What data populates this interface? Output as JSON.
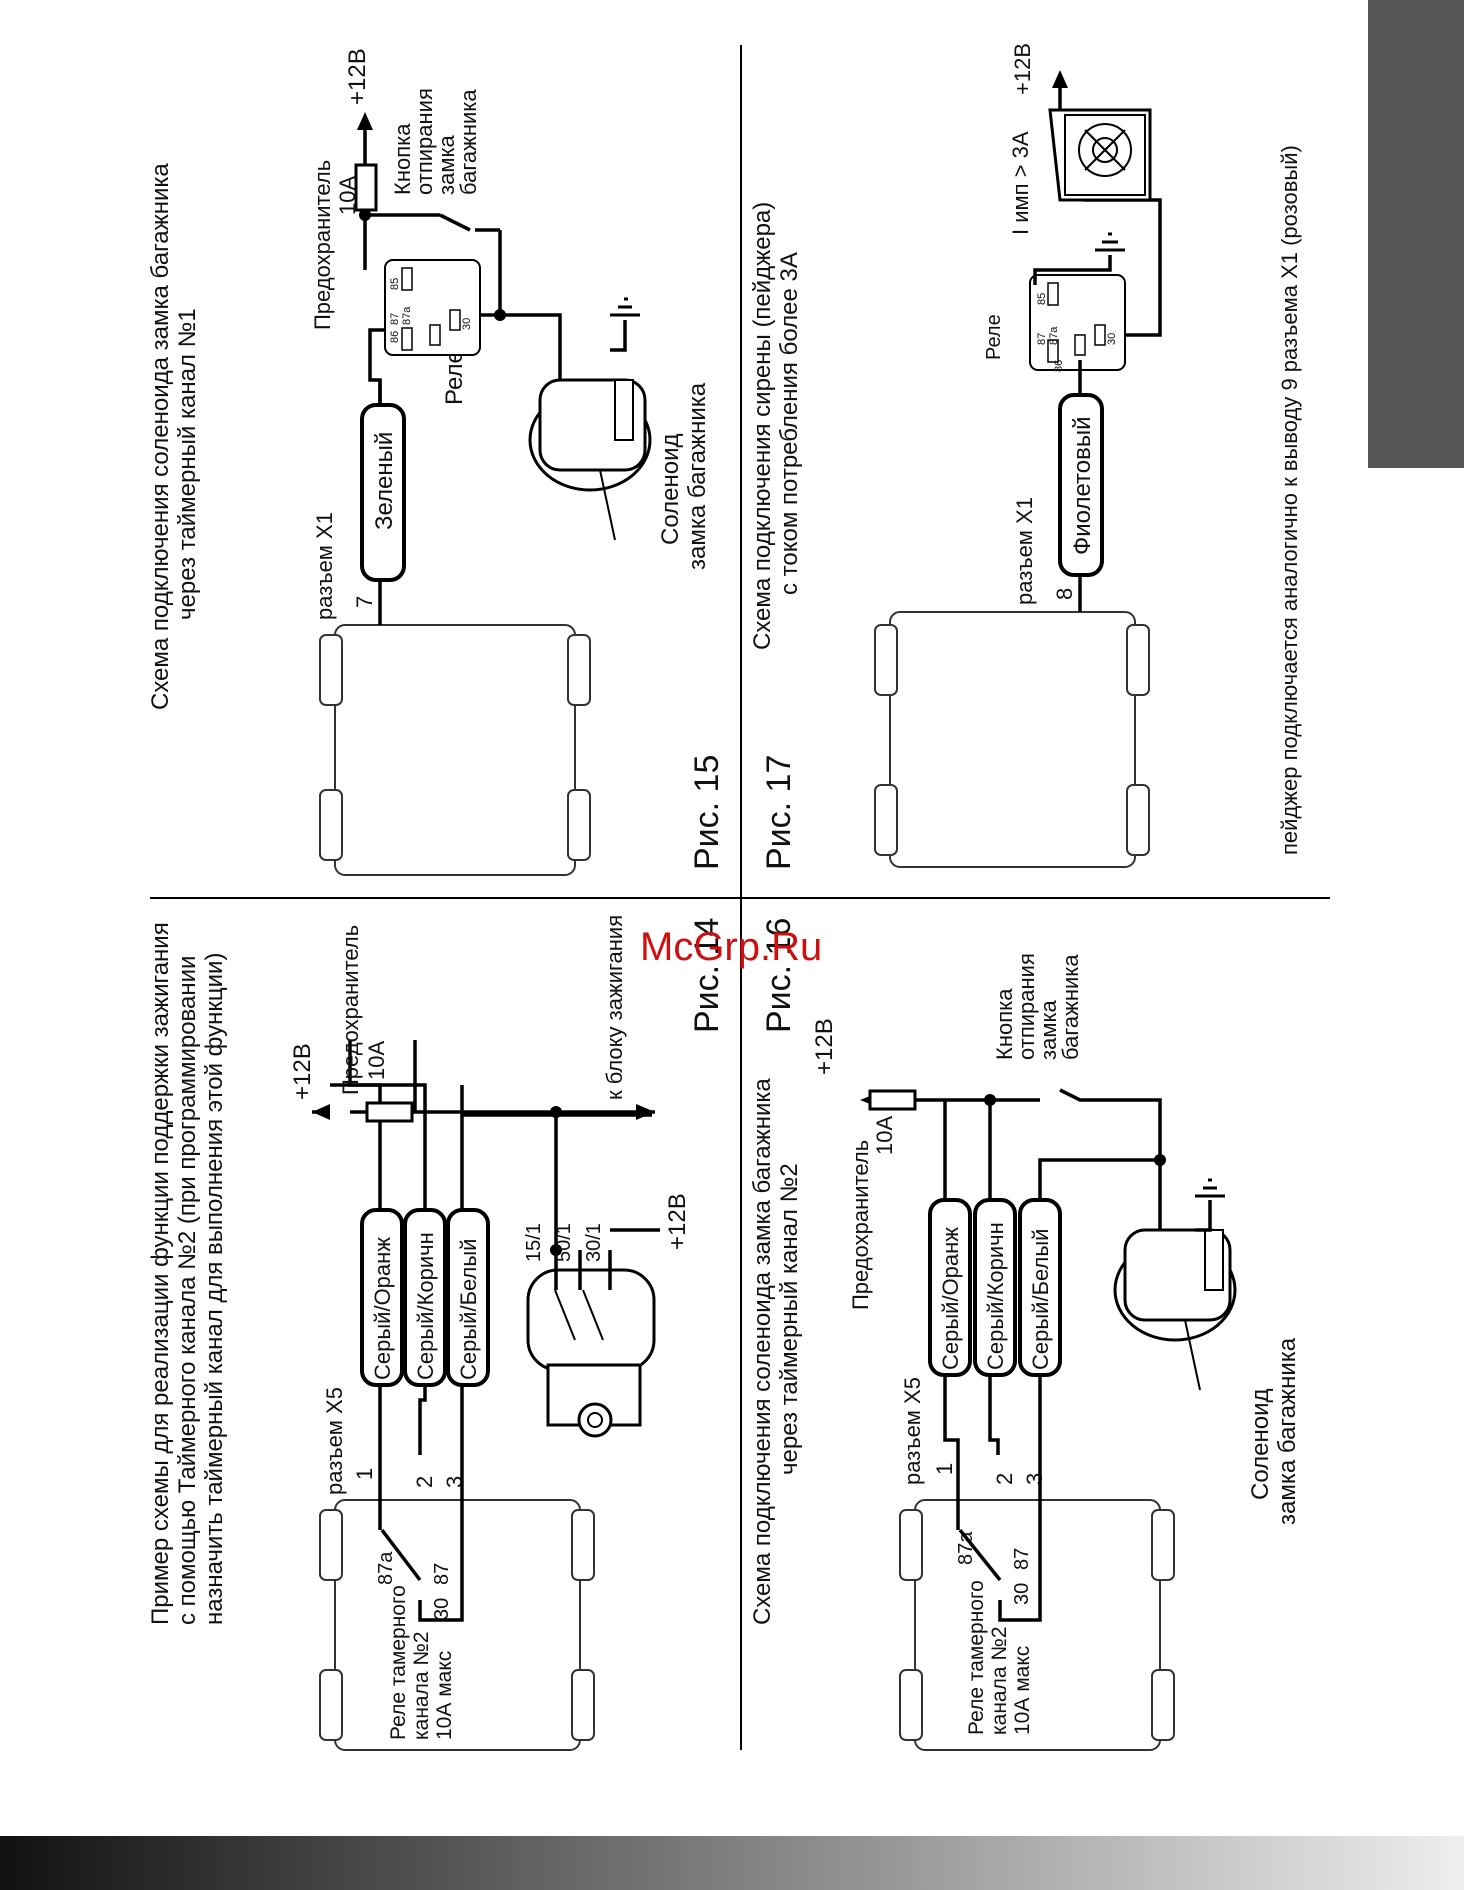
{
  "watermark": "McGrp.Ru",
  "side_tab_color": "#555555",
  "bottom_bar": {
    "from": "#111111",
    "to": "#eeeeee"
  },
  "fig14": {
    "label": "Рис. 14",
    "title_lines": [
      "Пример схемы для реализации функции поддержки зажигания",
      "с помощью Таймерного канала №2 (при программировании",
      "назначить таймерный канал для выполнения этой функции)"
    ],
    "connector": "разъем X5",
    "pins": [
      "1",
      "2",
      "3"
    ],
    "relay_contacts": [
      "87a",
      "87",
      "30"
    ],
    "relay_lines": [
      "Реле тамерного",
      "канала №2",
      "10А макс"
    ],
    "wires": [
      "Серый/Оранж",
      "Серый/Коричн",
      "Серый/Белый"
    ],
    "fuse_lines": [
      "Предохранитель",
      "10А"
    ],
    "plus12": "+12В",
    "ignition_to": "к блоку зажигания",
    "ignition_terms": [
      "15/1",
      "50/1",
      "30/1"
    ],
    "ignition_plus12": "+12В"
  },
  "fig15": {
    "label": "Рис. 15",
    "title_lines": [
      "Схема подключения соленоида замка багажника",
      "через таймерный канал №1"
    ],
    "connector": "разъем X1",
    "pin": "7",
    "wire": "Зеленый",
    "relay_label": "Реле",
    "relay_terms": [
      "86",
      "87",
      "87a",
      "85",
      "30"
    ],
    "fuse_lines": [
      "Предохранитель",
      "10А"
    ],
    "plus12": "+12В",
    "button_lines": [
      "Кнопка",
      "отпирания",
      "замка",
      "багажника"
    ],
    "solenoid_lines": [
      "Соленоид",
      "замка багажника"
    ]
  },
  "fig16": {
    "label": "Рис. 16",
    "title_lines": [
      "Схема подключения соленоида замка багажника",
      "через таймерный канал №2"
    ],
    "connector": "разъем X5",
    "pins": [
      "1",
      "2",
      "3"
    ],
    "relay_contacts": [
      "87a",
      "87",
      "30"
    ],
    "relay_lines": [
      "Реле тамерного",
      "канала №2",
      "10А макс"
    ],
    "wires": [
      "Серый/Оранж",
      "Серый/Коричн",
      "Серый/Белый"
    ],
    "fuse_lines": [
      "Предохранитель",
      "10А"
    ],
    "plus12": "+12В",
    "button_lines": [
      "Кнопка",
      "отпирания",
      "замка",
      "багажника"
    ],
    "solenoid_lines": [
      "Соленоид",
      "замка багажника"
    ]
  },
  "fig17": {
    "label": "Рис. 17",
    "title_lines": [
      "Схема подключения сирены (пейджера)",
      "с током потребления более 3А"
    ],
    "connector": "разъем X1",
    "pin": "8",
    "wire": "Фиолетовый",
    "relay_label": "Реле",
    "relay_terms": [
      "86",
      "87",
      "87a",
      "85",
      "30"
    ],
    "current": "I имп > 3А",
    "plus12": "+12В",
    "footnote": "пейджер подключается аналогично к выводу 9 разъема X1 (розовый)"
  }
}
